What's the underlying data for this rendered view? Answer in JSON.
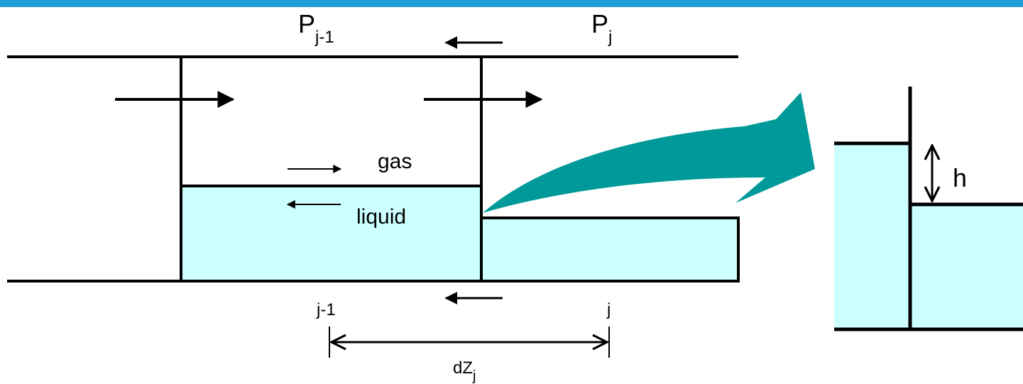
{
  "colors": {
    "top_bar": "#1ea0d6",
    "liquid_fill": "#ccffff",
    "curved_arrow": "#009999",
    "line": "#000000"
  },
  "labels": {
    "p_left_main": "P",
    "p_left_sub": "j-1",
    "p_right_main": "P",
    "p_right_sub": "j",
    "gas": "gas",
    "liquid": "liquid",
    "node_left": "j-1",
    "node_right": "j",
    "dz_main": "dZ",
    "dz_sub": "j",
    "h": "h"
  },
  "icons": [
    "arrow-right-icon",
    "arrow-left-icon",
    "double-arrow-icon",
    "curved-arrow-icon"
  ]
}
